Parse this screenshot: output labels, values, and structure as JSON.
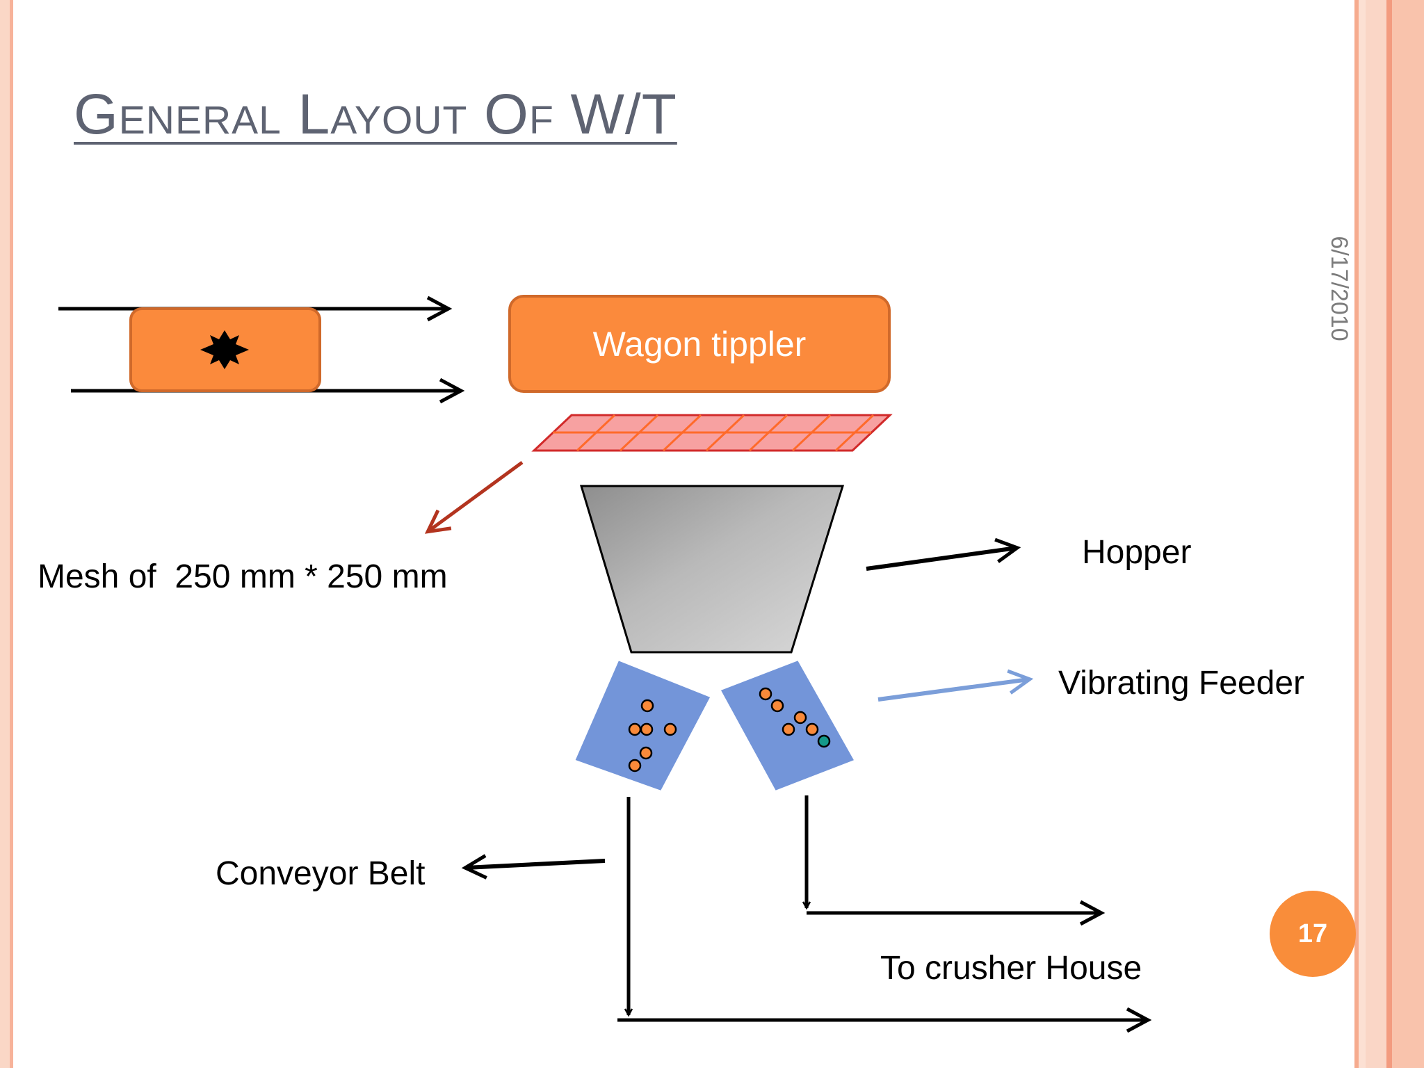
{
  "slide": {
    "title": "General Layout Of W/T",
    "date": "6/17/2010",
    "page_number": "17"
  },
  "diagram": {
    "wagon_tippler_label": "Wagon tippler",
    "mesh_label": "Mesh of  250 mm * 250 mm",
    "hopper_label": "Hopper",
    "vibrating_feeder_label": "Vibrating Feeder",
    "conveyor_belt_label": "Conveyor Belt",
    "crusher_house_label": "To crusher House"
  },
  "colors": {
    "orange_fill": "#fb8a3c",
    "orange_stroke": "#d0692a",
    "mesh_fill": "#f7a1a1",
    "mesh_stroke": "#d12a2a",
    "feeder_fill": "#7395d9",
    "mesh_pointer": "#b3341f",
    "feeder_pointer": "#7b9ed9",
    "title": "#5e6372",
    "badge": "#f98d3a"
  },
  "icons": [
    "star-burst-icon"
  ]
}
